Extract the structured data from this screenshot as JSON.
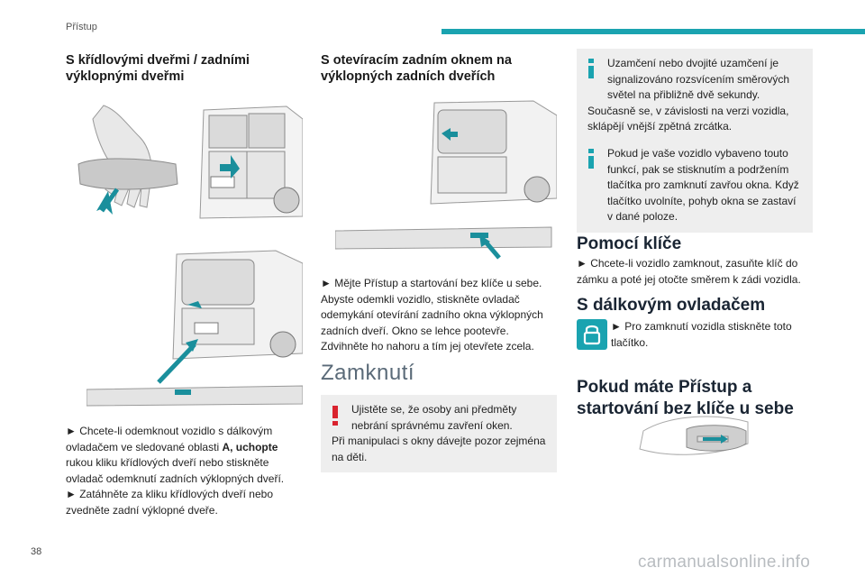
{
  "header": {
    "section": "Přístup",
    "accent_color": "#1aa3b0"
  },
  "page_number": "38",
  "watermark": "carmanualsonline.info",
  "col1": {
    "heading": "S křídlovými dveřmi / zadními výklopnými dveřmi",
    "para1_prefix": "► Chcete-li odemknout vozidlo s dálkovým ovladačem ve sledované oblasti ",
    "para1_bold": "A, uchopte",
    "para1_suffix": " rukou kliku křídlových dveří nebo stiskněte ovladač odemknutí zadních výklopných dveří.",
    "para2": "► Zatáhněte za kliku křídlových dveří nebo zvedněte zadní výklopné dveře."
  },
  "col2": {
    "heading": "S otevíracím zadním oknem na výklopných zadních dveřích",
    "para1": "► Mějte Přístup a startování bez klíče u sebe. Abyste odemkli vozidlo, stiskněte ovladač odemykání otevírání zadního okna výklopných zadních dveří. Okno se lehce pootevře. Zdvihněte ho nahoru a tím jej otevřete zcela.",
    "section_title": "Zamknutí",
    "warning_line1": "Ujistěte se, že osoby ani předměty nebrání správnému zavření oken.",
    "warning_line2": "Při manipulaci s okny dávejte pozor zejména na děti."
  },
  "col3": {
    "info1_line1": "Uzamčení nebo dvojité uzamčení je signalizováno rozsvícením směrových světel na přibližně dvě sekundy.",
    "info1_line2": "Současně se, v závislosti na verzi vozidla, sklápějí vnější zpětná zrcátka.",
    "info2": "Pokud je vaše vozidlo vybaveno touto funkcí, pak se stisknutím a podržením tlačítka pro zamknutí zavřou okna. Když tlačítko uvolníte, pohyb okna se zastaví v dané poloze.",
    "key_title": "Pomocí klíče",
    "key_text": "► Chcete-li vozidlo zamknout, zasuňte klíč do zámku a poté jej otočte směrem k zádi vozidla.",
    "remote_title": "S dálkovým ovladačem",
    "remote_text": "► Pro zamknutí vozidla stiskněte toto tlačítko.",
    "keyless_title": "Pokud máte Přístup a startování bez klíče u sebe"
  }
}
